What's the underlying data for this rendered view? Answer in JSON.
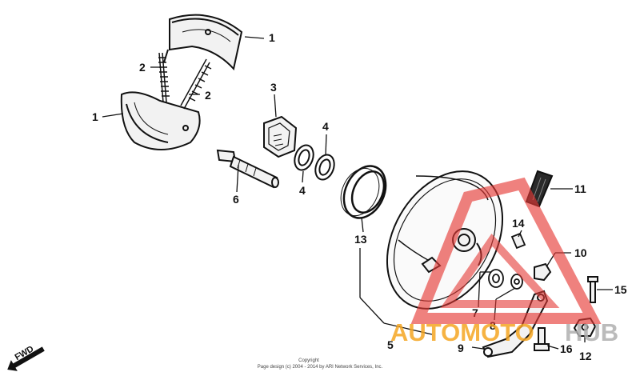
{
  "callouts": [
    {
      "id": "1a",
      "label": "1"
    },
    {
      "id": "1b",
      "label": "1"
    },
    {
      "id": "2a",
      "label": "2"
    },
    {
      "id": "2b",
      "label": "2"
    },
    {
      "id": "3",
      "label": "3"
    },
    {
      "id": "4a",
      "label": "4"
    },
    {
      "id": "4b",
      "label": "4"
    },
    {
      "id": "5",
      "label": "5"
    },
    {
      "id": "6",
      "label": "6"
    },
    {
      "id": "7",
      "label": "7"
    },
    {
      "id": "8",
      "label": "8"
    },
    {
      "id": "9",
      "label": "9"
    },
    {
      "id": "10",
      "label": "10"
    },
    {
      "id": "11",
      "label": "11"
    },
    {
      "id": "12",
      "label": "12"
    },
    {
      "id": "13",
      "label": "13"
    },
    {
      "id": "14",
      "label": "14"
    },
    {
      "id": "15",
      "label": "15"
    },
    {
      "id": "16",
      "label": "16"
    }
  ],
  "fwd_label": "FWD",
  "copyright": {
    "line1": "Copyright",
    "line2": "Page design (c) 2004 - 2014 by ARI Network Services, Inc."
  },
  "watermark": {
    "text_auto": "AUTOMOTO",
    "text_hub": "HUB",
    "color_red": "#e53935",
    "color_orange": "#f5a623",
    "color_gray": "#b0b0b0"
  }
}
